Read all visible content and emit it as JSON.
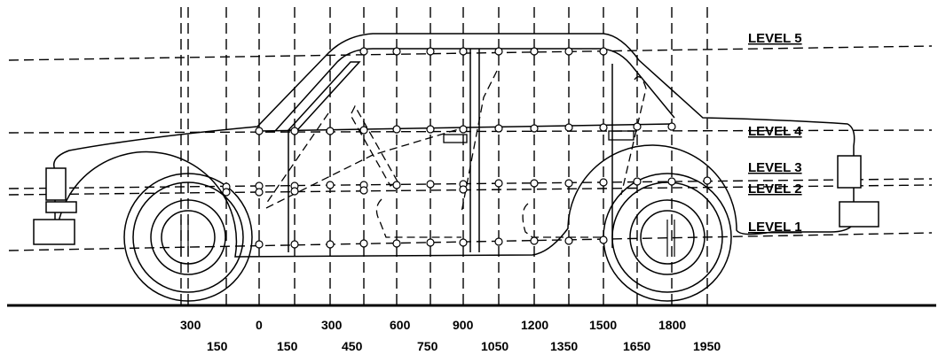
{
  "levels": [
    {
      "label": "LEVEL 5"
    },
    {
      "label": "LEVEL 4"
    },
    {
      "label": "LEVEL 3"
    },
    {
      "label": "LEVEL 2"
    },
    {
      "label": "LEVEL 1"
    }
  ],
  "x_labels_top": [
    "300",
    "0",
    "300",
    "600",
    "900",
    "1200",
    "1500",
    "1800"
  ],
  "x_labels_bottom": [
    "150",
    "150",
    "450",
    "750",
    "1050",
    "1350",
    "1650",
    "1950"
  ],
  "colors": {
    "line": "#000000",
    "background": "#ffffff"
  }
}
